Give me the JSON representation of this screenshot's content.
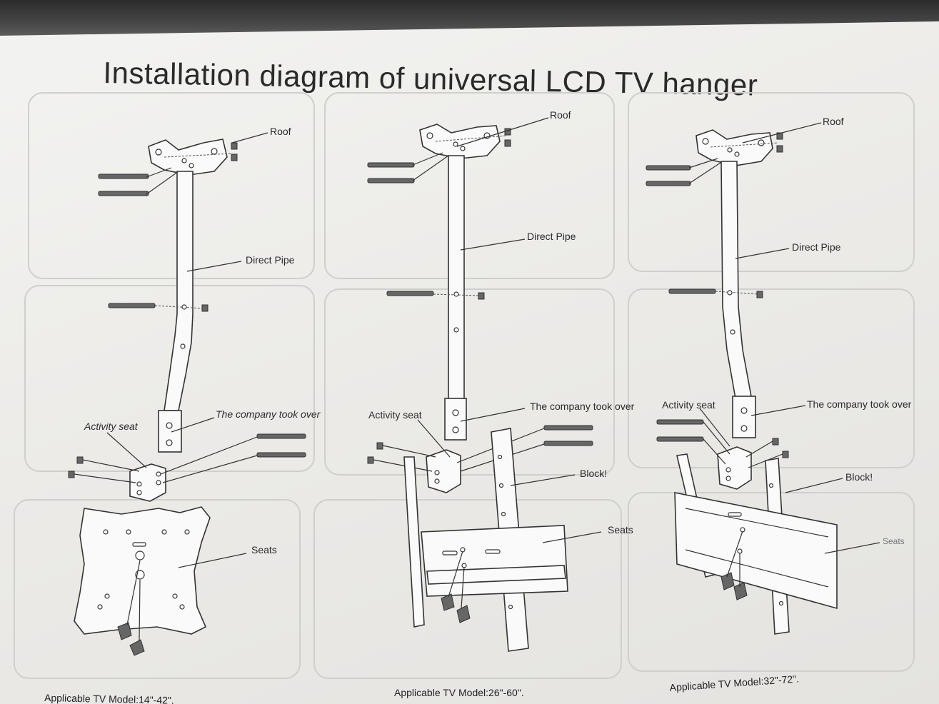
{
  "title": "Installation diagram of universal LCD TV hanger",
  "panels": [
    {
      "roof": "Roof",
      "pipe": "Direct Pipe",
      "company": "The company took over",
      "activity": "Activity seat",
      "seats": "Seats",
      "model": "Applicable TV Model:14\"-42\"."
    },
    {
      "roof": "Roof",
      "pipe": "Direct Pipe",
      "company": "The company took over",
      "activity": "Activity seat",
      "block": "Block!",
      "seats": "Seats",
      "model": "Applicable TV Model:26\"-60\"."
    },
    {
      "roof": "Roof",
      "pipe": "Direct Pipe",
      "company": "The company took over",
      "activity": "Activity seat",
      "block": "Block!",
      "seats": "Seats",
      "model": "Applicable TV Model:32\"-72\"."
    }
  ],
  "colors": {
    "paper": "#efeeeb",
    "ink": "#333333"
  }
}
